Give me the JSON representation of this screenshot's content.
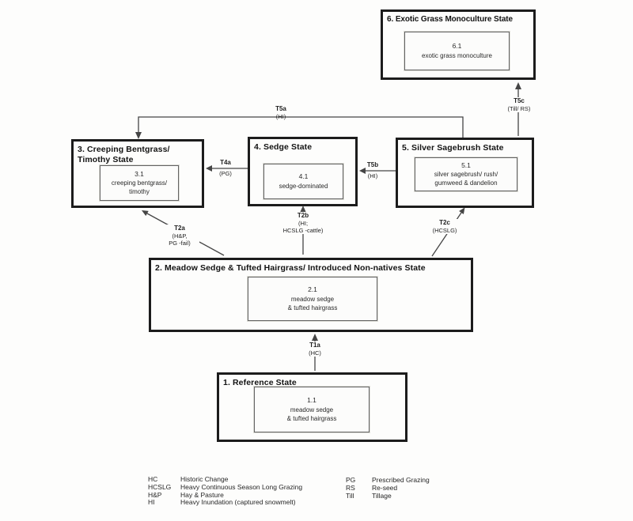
{
  "states": {
    "s1": {
      "title": "1. Reference State",
      "community": {
        "id": "1.1",
        "line1": "meadow sedge",
        "line2": "& tufted hairgrass"
      }
    },
    "s2": {
      "title": "2. Meadow Sedge & Tufted Hairgrass/ Introduced Non-natives State",
      "community": {
        "id": "2.1",
        "line1": "meadow sedge",
        "line2": "& tufted hairgrass"
      }
    },
    "s3": {
      "title": "3. Creeping Bentgrass/ Timothy State",
      "community": {
        "id": "3.1",
        "line1": "creeping bentgrass/",
        "line2": "timothy"
      }
    },
    "s4": {
      "title": "4. Sedge State",
      "community": {
        "id": "4.1",
        "line1": "sedge-dominated"
      }
    },
    "s5": {
      "title": "5. Silver Sagebrush State",
      "community": {
        "id": "5.1",
        "line1": "silver sagebrush/ rush/",
        "line2": "gumweed & dandelion"
      }
    },
    "s6": {
      "title": "6. Exotic Grass Monoculture State",
      "community": {
        "id": "6.1",
        "line1": "exotic grass monoculture"
      }
    }
  },
  "transitions": {
    "t1a": {
      "name": "T1a",
      "cause1": "(HC)"
    },
    "t2a": {
      "name": "T2a",
      "cause1": "(H&P,",
      "cause2": "PG -fail)"
    },
    "t2b": {
      "name": "T2b",
      "cause1": "(HI;",
      "cause2": "HCSLG -cattle)"
    },
    "t2c": {
      "name": "T2c",
      "cause1": "(HCSLG)"
    },
    "t4a": {
      "name": "T4a",
      "cause1": "(PG)"
    },
    "t5a": {
      "name": "T5a",
      "cause1": "(HI)"
    },
    "t5b": {
      "name": "T5b",
      "cause1": "(HI)"
    },
    "t5c": {
      "name": "T5c",
      "cause1": "(Till/ RS)"
    }
  },
  "legend": {
    "hc": {
      "abbr": "HC",
      "text": "Historic Change"
    },
    "hcslg": {
      "abbr": "HCSLG",
      "text": "Heavy Continuous Season Long Grazing"
    },
    "hp": {
      "abbr": "H&P",
      "text": "Hay & Pasture"
    },
    "hi": {
      "abbr": "HI",
      "text": "Heavy Inundation (captured snowmelt)"
    },
    "pg": {
      "abbr": "PG",
      "text": "Prescribed Grazing"
    },
    "rs": {
      "abbr": "RS",
      "text": "Re-seed"
    },
    "till": {
      "abbr": "Till",
      "text": "Tillage"
    }
  },
  "line_color": "#454545"
}
